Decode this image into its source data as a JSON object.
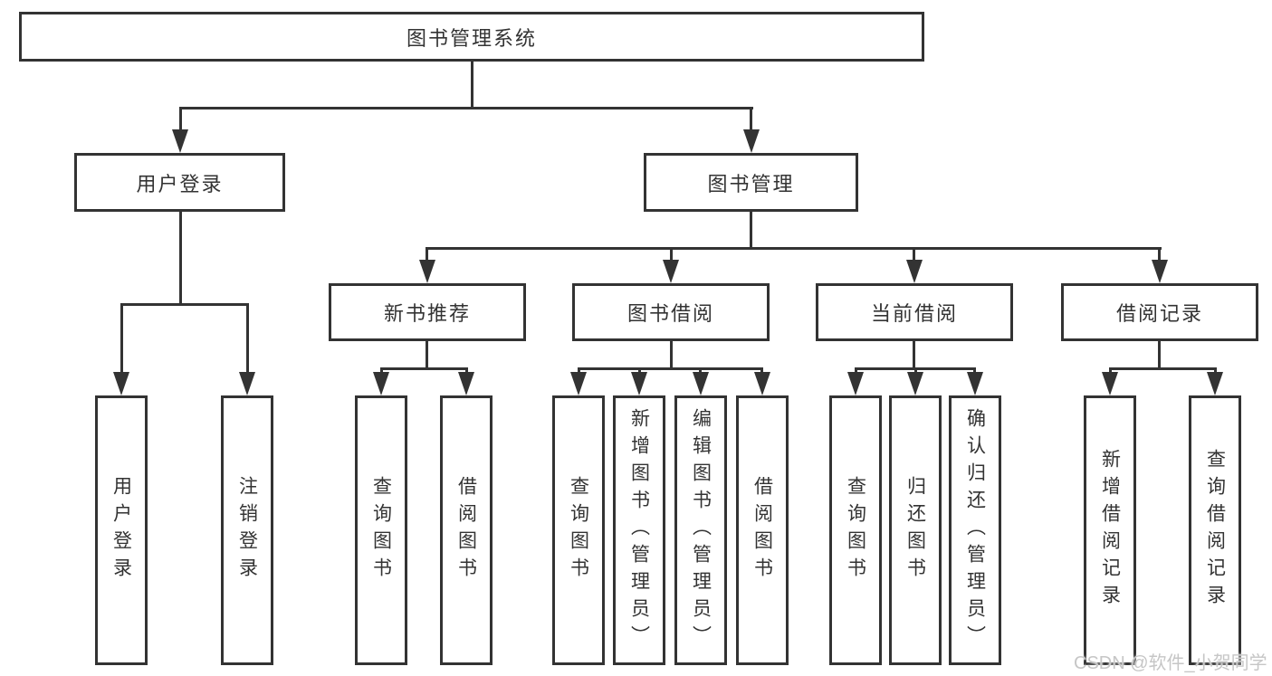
{
  "diagram_title": "图书管理系统",
  "tree": {
    "label": "图书管理系统",
    "children": [
      {
        "label": "用户登录",
        "children": [
          {
            "label": "用户登录"
          },
          {
            "label": "注销登录"
          }
        ]
      },
      {
        "label": "图书管理",
        "children": [
          {
            "label": "新书推荐",
            "children": [
              {
                "label": "查询图书"
              },
              {
                "label": "借阅图书"
              }
            ]
          },
          {
            "label": "图书借阅",
            "children": [
              {
                "label": "查询图书"
              },
              {
                "label": "新增图书（管理员）"
              },
              {
                "label": "编辑图书（管理员）"
              },
              {
                "label": "借阅图书"
              }
            ]
          },
          {
            "label": "当前借阅",
            "children": [
              {
                "label": "查询图书"
              },
              {
                "label": "归还图书"
              },
              {
                "label": "确认归还（管理员）"
              }
            ]
          },
          {
            "label": "借阅记录",
            "children": [
              {
                "label": "新增借阅记录"
              },
              {
                "label": "查询借阅记录"
              }
            ]
          }
        ]
      }
    ]
  },
  "watermark": "CSDN @软件_小贺同学",
  "colors": {
    "line": "#333333",
    "text": "#333333",
    "background": "#ffffff",
    "watermark": "#c6c6c6"
  }
}
